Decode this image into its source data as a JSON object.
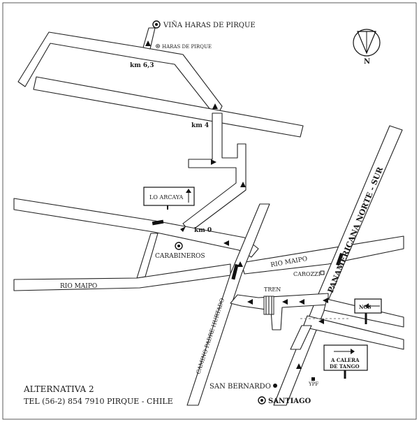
{
  "map": {
    "winery": "VIÑA HARAS DE PIRQUE",
    "haras": "HARAS DE PIRQUE",
    "km63": "km 6,3",
    "km4": "km 4",
    "km0": "km 0",
    "lo_arcaya": "LO ARCAYA",
    "carabineros": "CARABINEROS",
    "rio_maipo_left": "RIO MAIPO",
    "rio_maipo_right": "RIO MAIPO",
    "carozzi": "CAROZZI",
    "tren": "TREN",
    "panamericana": "PANAMERICANA NORTE - SUR",
    "camino": "CAMINO PADRE HURTADO",
    "nos": "NOS",
    "calera_line1": "A CALERA",
    "calera_line2": "DE TANGO",
    "san_bernardo": "SAN BERNARDO",
    "ypf": "YPF",
    "santiago": "SANTIAGO",
    "compass_north": "N"
  },
  "footer": {
    "title": "ALTERNATIVA 2",
    "contact": "TEL (56-2) 854 7910  PIRQUE - CHILE"
  }
}
